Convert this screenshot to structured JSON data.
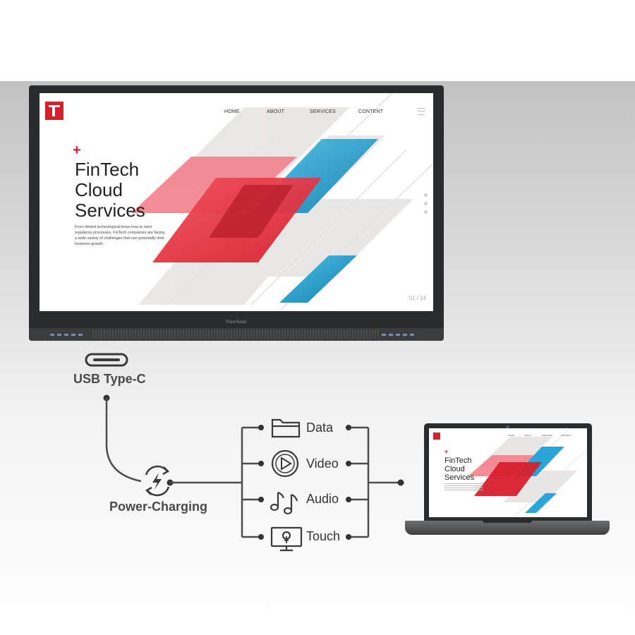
{
  "display": {
    "brand": "ViewSonic",
    "website": {
      "nav": [
        "HOME",
        "ABOUT",
        "SERVICES",
        "CONTENT"
      ],
      "headline_lines": [
        "FinTech",
        "Cloud",
        "Services"
      ],
      "body": "From limited technological know-how to strict regulatory processes, FinTech companies are facing a wide variety of challenges that can potentially limit business growth.",
      "pager": "01 / 14"
    }
  },
  "connector": {
    "label": "USB Type-C"
  },
  "power": {
    "label": "Power-Charging",
    "icon": "charging-cycle-icon"
  },
  "signals": [
    {
      "label": "Data",
      "icon": "folder-icon"
    },
    {
      "label": "Video",
      "icon": "play-icon"
    },
    {
      "label": "Audio",
      "icon": "music-note-icon"
    },
    {
      "label": "Touch",
      "icon": "touch-monitor-icon"
    }
  ],
  "laptop": {
    "website": {
      "nav": [
        "HOME",
        "ABOUT",
        "SERVICES",
        "CONTENT"
      ],
      "headline_lines": [
        "FinTech",
        "Cloud",
        "Services"
      ]
    }
  },
  "colors": {
    "accent_red": "#d6202d",
    "accent_blue": "#1f9fd1",
    "line_gray": "#4d4d4d"
  }
}
